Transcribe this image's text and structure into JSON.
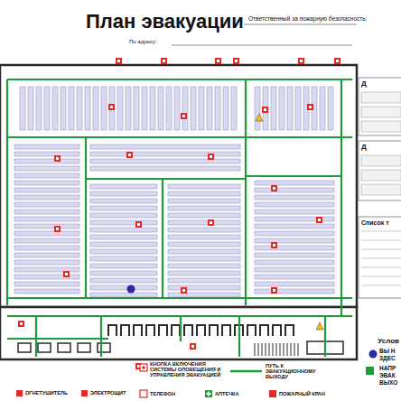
{
  "diagram": {
    "title": "План эвакуации",
    "labels": [
      "Ответственный за пожарную безопасность:",
      "По адресу:",
      "Д",
      "Д",
      "Список т",
      "Услов",
      "ВЫ Н",
      "ЗДЕС",
      "НАПР",
      "ЭВАК",
      "ВЫХО"
    ],
    "legend": [
      {
        "text": "ОГНЕТУШИТЕЛЬ"
      },
      {
        "text": "ЭЛЕКТРОЩИТ"
      },
      {
        "text": "КНОПКА ВКЛЮЧЕНИЯ СИСТЕМЫ ОПОВЕЩЕНИЯ И УПРАВЛЕНИЯ ЭВАКУАЦИЕЙ"
      },
      {
        "text": "ТЕЛЕФОН"
      },
      {
        "text": "АПТЕЧКА"
      },
      {
        "text": "ПУТЬ К ЭВАКУАЦИОННОМУ ВЫХОДУ"
      },
      {
        "text": "ПОЖАРНЫЙ КРАН"
      }
    ]
  }
}
